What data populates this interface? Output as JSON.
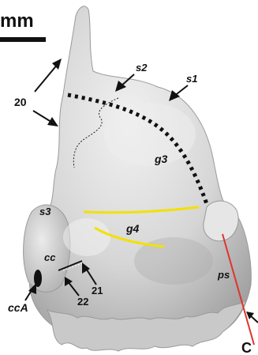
{
  "figure": {
    "scale_label": "mm",
    "panel_letter": "C",
    "labels": {
      "n20": "20",
      "s2": "s2",
      "s1": "s1",
      "s3": "s3",
      "g3": "g3",
      "g4": "g4",
      "cc": "cc",
      "n21": "21",
      "n22": "22",
      "ccA": "ccA",
      "ps": "ps"
    },
    "colors": {
      "specimen": "#bdbdbd",
      "specimen_light": "#e9e9e9",
      "yellow_line": "#f2e100",
      "red_line": "#e0342b",
      "ink": "#111111"
    }
  }
}
